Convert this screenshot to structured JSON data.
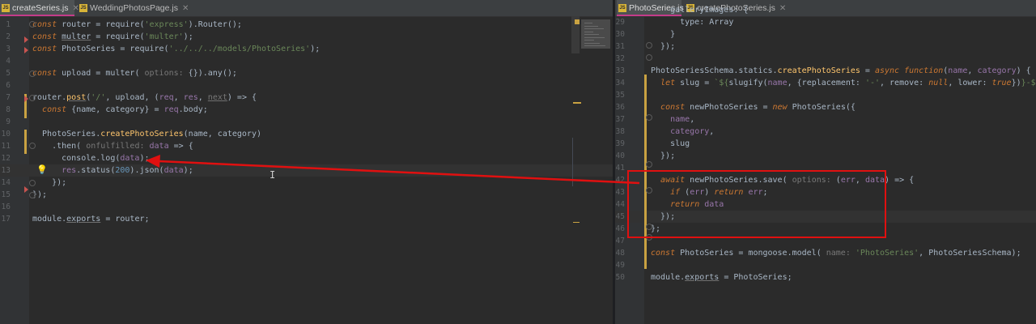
{
  "left_editor": {
    "tabs": [
      {
        "label": "createSeries.js",
        "active": true
      },
      {
        "label": "WeddingPhotosPage.js",
        "active": false
      }
    ],
    "lines": [
      {
        "num": "1",
        "html": "<span class=\"k\">const</span> router = require(<span class=\"s\">'express'</span>).Router();"
      },
      {
        "num": "2",
        "html": "<span class=\"k\">const</span> <span class=\"u\">multer</span> = require(<span class=\"s\">'multer'</span>);"
      },
      {
        "num": "3",
        "html": "<span class=\"k\">const</span> PhotoSeries = require(<span class=\"s\">'../../../models/PhotoSeries'</span>);"
      },
      {
        "num": "4",
        "html": ""
      },
      {
        "num": "5",
        "html": "<span class=\"k\">const</span> upload = multer( <span class=\"h\">options:</span> {}).any();"
      },
      {
        "num": "6",
        "html": ""
      },
      {
        "num": "7",
        "html": "router.<span class=\"f u\">post</span>(<span class=\"s\">'/'</span>, upload, (<span class=\"p\">req</span>, <span class=\"p\">res</span>, <span class=\"h u\">next</span>) => {"
      },
      {
        "num": "8",
        "html": "  <span class=\"k\">const</span> {name, category} = <span class=\"p\">req</span>.body;"
      },
      {
        "num": "9",
        "html": ""
      },
      {
        "num": "10",
        "html": "  PhotoSeries.<span class=\"f\">createPhotoSeries</span>(name, category)"
      },
      {
        "num": "11",
        "html": "    .then( <span class=\"h\">onfulfilled:</span> <span class=\"p\">data</span> => {"
      },
      {
        "num": "12",
        "html": "      console.log(<span class=\"p\">data</span>);"
      },
      {
        "num": "13",
        "html": "      <span class=\"p\">res</span>.status(<span class=\"n\">200</span>).json(<span class=\"p\">data</span>);"
      },
      {
        "num": "14",
        "html": "    });"
      },
      {
        "num": "15",
        "html": "});"
      },
      {
        "num": "16",
        "html": ""
      },
      {
        "num": "17",
        "html": "module.<span class=\"u\">exports</span> = router;"
      }
    ]
  },
  "right_editor": {
    "tabs": [
      {
        "label": "PhotoSeries.js",
        "active": true
      },
      {
        "label": "createPhotoSeries.js",
        "active": false
      }
    ],
    "lines": [
      {
        "num": "",
        "html": "    galleryImages: {"
      },
      {
        "num": "29",
        "html": "      type: Array"
      },
      {
        "num": "30",
        "html": "    }"
      },
      {
        "num": "31",
        "html": "  });"
      },
      {
        "num": "32",
        "html": ""
      },
      {
        "num": "33",
        "html": "PhotoSeriesSchema.statics.<span class=\"f\">createPhotoSeries</span> = <span class=\"k\">async function</span>(<span class=\"p\">name</span>, <span class=\"p\">category</span>) {"
      },
      {
        "num": "34",
        "html": "  <span class=\"k\">let</span> slug = <span class=\"s\">`${</span>slugify(<span class=\"p\">name</span>, {replacement: <span class=\"s\">'-'</span>, remove: <span class=\"k\">null</span>, lower: <span class=\"k\">true</span>})<span class=\"s\">}-${</span>uuid()<span class=\"s\">}`</span>;"
      },
      {
        "num": "35",
        "html": ""
      },
      {
        "num": "36",
        "html": "  <span class=\"k\">const</span> newPhotoSeries = <span class=\"k\">new</span> PhotoSeries({"
      },
      {
        "num": "37",
        "html": "    <span class=\"p\">name</span>,"
      },
      {
        "num": "38",
        "html": "    <span class=\"p\">category</span>,"
      },
      {
        "num": "39",
        "html": "    slug"
      },
      {
        "num": "40",
        "html": "  });"
      },
      {
        "num": "41",
        "html": ""
      },
      {
        "num": "42",
        "html": "  <span class=\"k\">await</span> newPhotoSeries.save( <span class=\"h\">options:</span> (<span class=\"p\">err</span>, <span class=\"p\">data</span>) => {"
      },
      {
        "num": "43",
        "html": "    <span class=\"k\">if</span> (<span class=\"p\">err</span>) <span class=\"k\">return</span> <span class=\"p\">err</span>;"
      },
      {
        "num": "44",
        "html": "    <span class=\"k\">return</span> <span class=\"p\">data</span>"
      },
      {
        "num": "45",
        "html": "  });"
      },
      {
        "num": "46",
        "html": "};"
      },
      {
        "num": "47",
        "html": ""
      },
      {
        "num": "48",
        "html": "<span class=\"k\">const</span> PhotoSeries = mongoose.model( <span class=\"h\">name:</span> <span class=\"s\">'PhotoSeries'</span>, PhotoSeriesSchema);"
      },
      {
        "num": "49",
        "html": ""
      },
      {
        "num": "50",
        "html": "module.<span class=\"u\">exports</span> = PhotoSeries;"
      }
    ]
  },
  "colors": {
    "editor_bg": "#2b2b2b",
    "keyword": "#cc7832",
    "string": "#6a8759",
    "function": "#ffc66d",
    "annotation": "#e01010",
    "active_tab_underline": "#c43c8a"
  },
  "annotation": {
    "shape": "red-rectangle-and-arrow",
    "from": "right-editor lines 42-45",
    "to": "left-editor line 12"
  }
}
